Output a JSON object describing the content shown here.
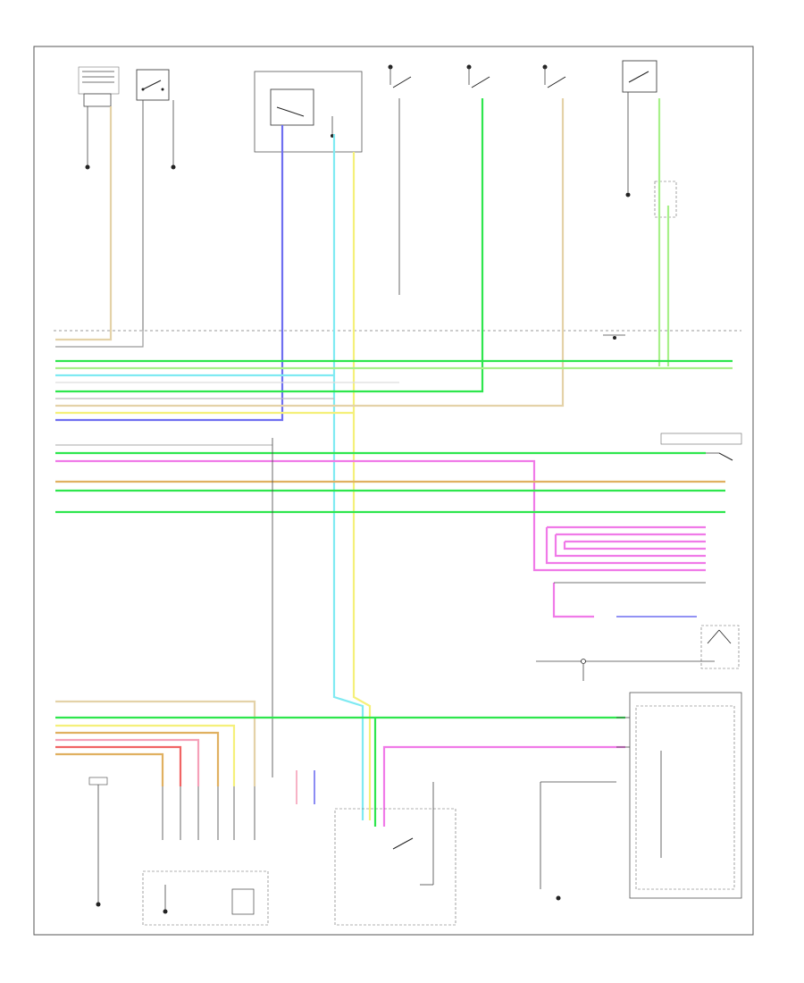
{
  "diagram": {
    "footer_code": "",
    "wire_colors": {
      "green": "#2ee64d",
      "light_green": "#a8f08a",
      "cyan": "#7feaf2",
      "yellow": "#f5f07a",
      "blue": "#6f6ff0",
      "tan": "#e4d2a8",
      "orange": "#e0b060",
      "magenta": "#f07ae8",
      "pink": "#f5a0b8",
      "red": "#f06464",
      "grey": "#888888"
    },
    "components": [
      "top-left-connector",
      "top-left-switch",
      "top-center-controller",
      "top-switch-1",
      "top-switch-2",
      "top-switch-3",
      "top-right-switch",
      "right-transmission-switch",
      "bottom-left-ground",
      "bottom-left-switch-cluster",
      "bottom-center-junction",
      "bottom-center-ground",
      "bottom-right-module"
    ]
  }
}
